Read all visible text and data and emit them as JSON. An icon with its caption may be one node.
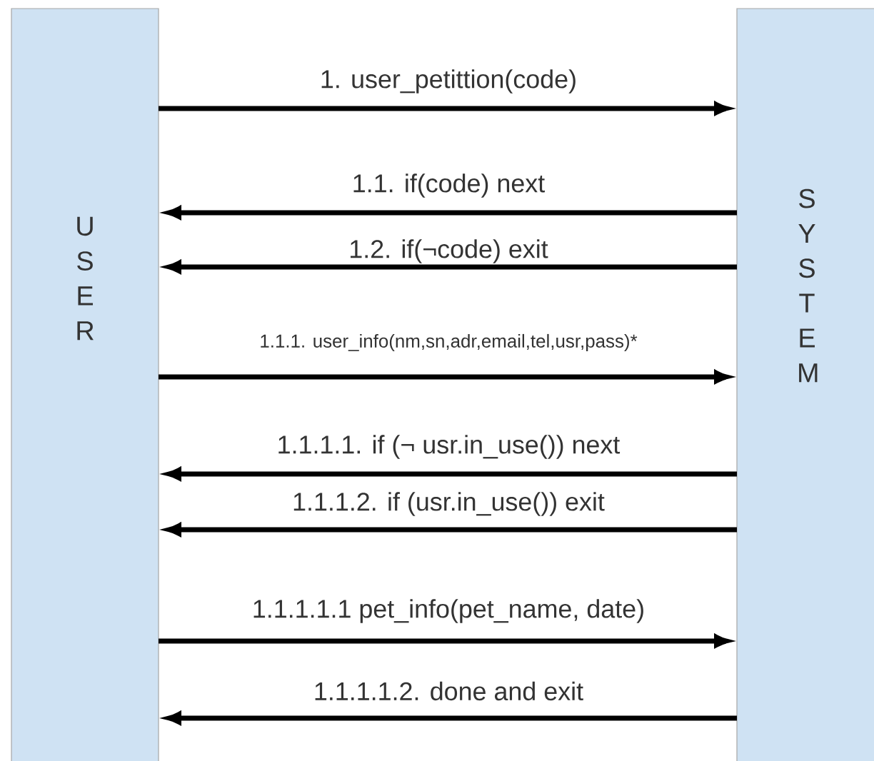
{
  "diagram": {
    "nodes": [
      {
        "text": [
          "U S E R"
        ]
      },
      {
        "text": [
          "S Y S T E M"
        ]
      }
    ],
    "edges": [
      {
        "from": 0,
        "to": 1,
        "arrow": "to",
        "label": "1. user_petittion(code)"
      },
      {
        "from": 1,
        "to": 0,
        "arrow": "to",
        "label": "1.1. if(code) next"
      },
      {
        "from": 1,
        "to": 0,
        "arrow": "to",
        "label": "1.2. if(¬code) exit"
      },
      {
        "from": 0,
        "to": 1,
        "arrow": "to",
        "label": "1.1.1. user_info(nm,sn,adr,email,tel,usr,pass)*"
      },
      {
        "from": 1,
        "to": 0,
        "arrow": "to",
        "label": "1.1.1.1. if (¬ usr.in_use()) next"
      },
      {
        "from": 1,
        "to": 0,
        "arrow": "to",
        "label": "1.1.1.2. if (usr.in_use()) exit"
      },
      {
        "from": 0,
        "to": 1,
        "arrow": "to",
        "label": "1.1.1.1.1 pet_info(pet_name, date)"
      },
      {
        "from": 1,
        "to": 0,
        "arrow": "to",
        "label": "1.1.1.1.2. done and  exit"
      }
    ]
  }
}
